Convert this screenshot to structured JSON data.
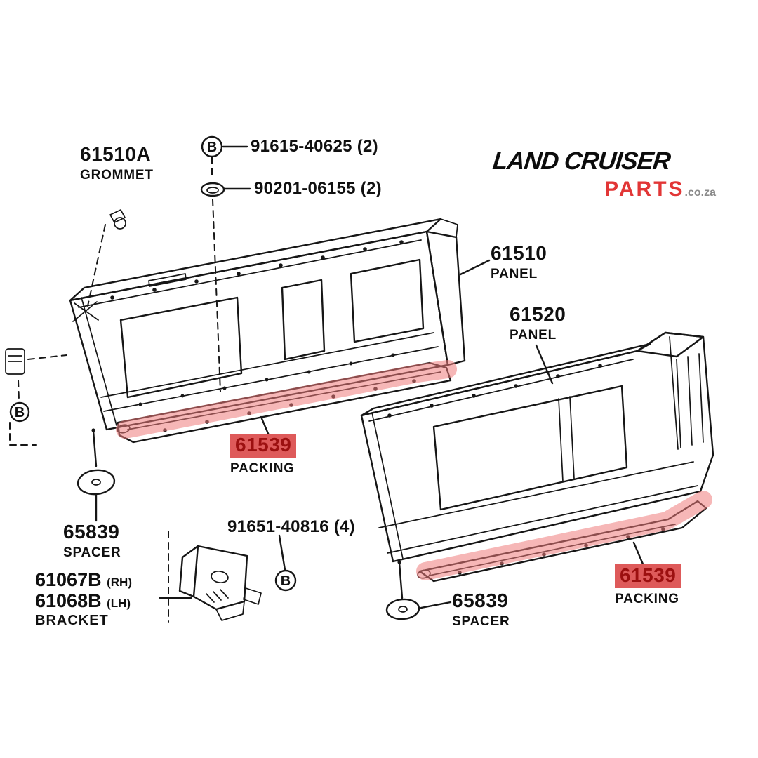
{
  "logo": {
    "title": "LAND CRUISER",
    "parts": "PARTS",
    "suffix": ".co.za"
  },
  "callouts": {
    "b": "B"
  },
  "parts_labels": {
    "grommet": {
      "code": "61510A",
      "name": "GROMMET"
    },
    "bolt_top": {
      "code": "91615-40625 (2)"
    },
    "washer_top": {
      "code": "90201-06155 (2)"
    },
    "panel_61510": {
      "code": "61510",
      "name": "PANEL"
    },
    "panel_61520": {
      "code": "61520",
      "name": "PANEL"
    },
    "packing_left": {
      "code": "61539",
      "name": "PACKING"
    },
    "packing_right": {
      "code": "61539",
      "name": "PACKING"
    },
    "spacer_left": {
      "code": "65839",
      "name": "SPACER"
    },
    "spacer_bottom": {
      "code": "65839",
      "name": "SPACER"
    },
    "bolt_bottom": {
      "code": "91651-40816 (4)"
    },
    "bracket": {
      "code_rh": "61067B",
      "side_rh": "(RH)",
      "code_lh": "61068B",
      "side_lh": "(LH)",
      "name": "BRACKET"
    }
  },
  "colors": {
    "line": "#161616",
    "highlight": "#ee7c7c",
    "label_highlight_bg": "#de5a5a",
    "label_red_text": "#9c1010",
    "brand_red": "#e23636",
    "suffix_gray": "#8a8a8a"
  }
}
